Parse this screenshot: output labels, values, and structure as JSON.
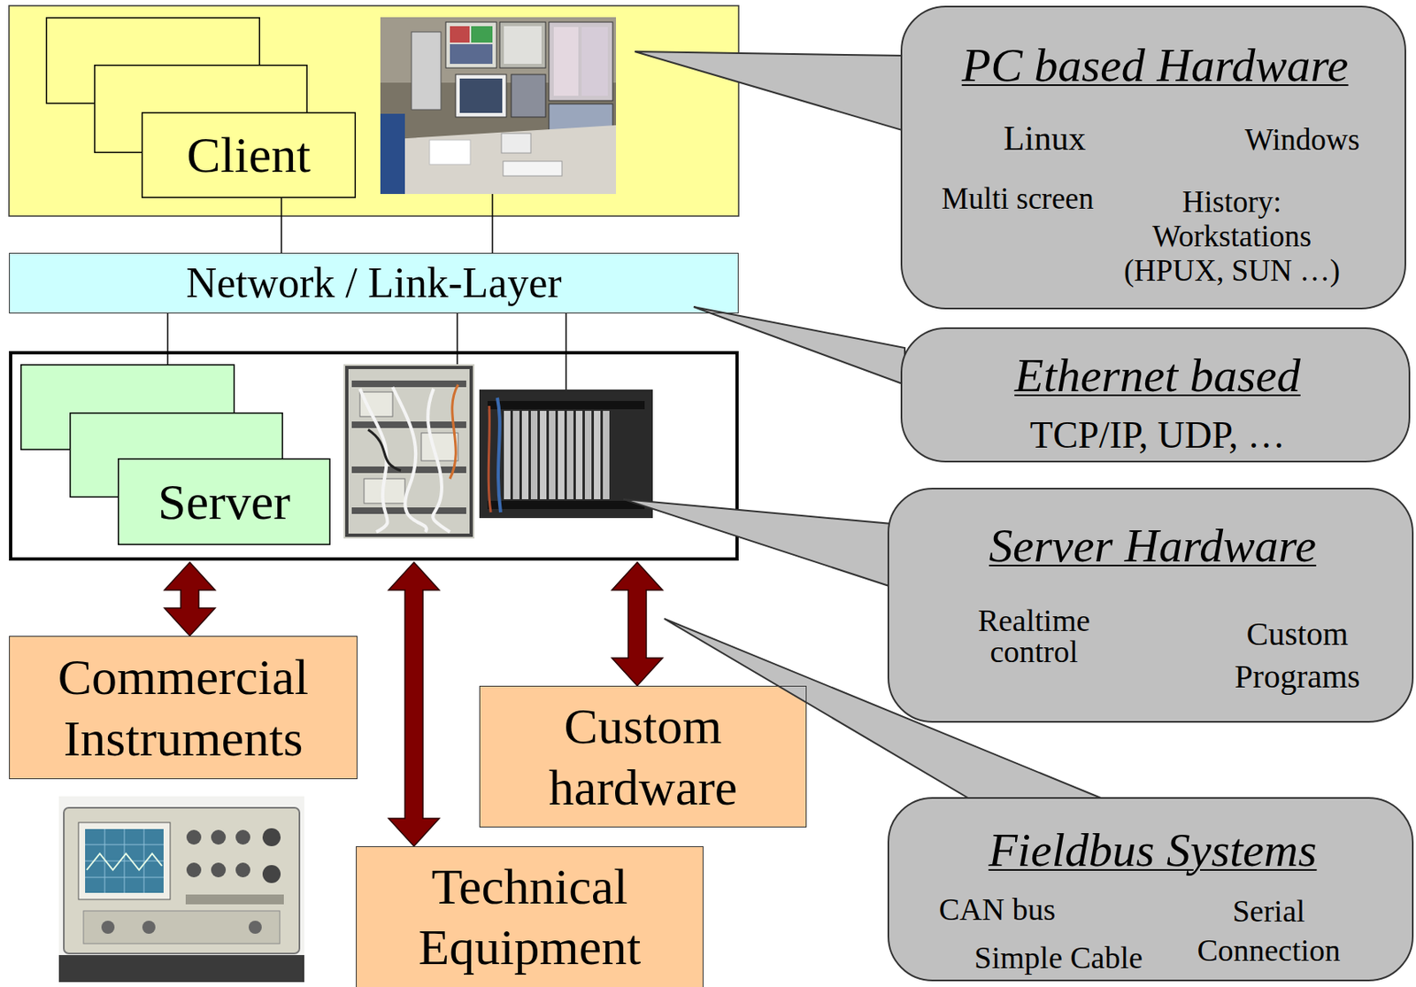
{
  "diagram": {
    "nodes": [
      {
        "text": [
          "Client"
        ]
      },
      {
        "text": [
          "Network / Link-Layer"
        ]
      },
      {
        "text": [
          "Server"
        ]
      },
      {
        "text": [
          "Commercial Instruments"
        ]
      },
      {
        "text": [
          "Technical Equipment"
        ]
      },
      {
        "text": [
          "Custom hardware"
        ]
      },
      {
        "text": [
          "PC based Hardware",
          "Linux",
          "Windows",
          "Multi screen",
          "History: Workstations (HPUX, SUN …)"
        ]
      },
      {
        "text": [
          "Ethernet based",
          "TCP/IP, UDP, …"
        ]
      },
      {
        "text": [
          "Server Hardware",
          "Realtime control",
          "Custom Programs"
        ]
      },
      {
        "text": [
          "Fieldbus Systems",
          "CAN bus",
          "Serial Connection",
          "Simple Cable"
        ]
      }
    ],
    "edges": [
      {
        "from": 0,
        "to": 1,
        "arrow": "none"
      },
      {
        "from": 1,
        "to": 2,
        "arrow": "none"
      },
      {
        "from": 2,
        "to": 3,
        "arrow": "both"
      },
      {
        "from": 2,
        "to": 4,
        "arrow": "both"
      },
      {
        "from": 2,
        "to": 5,
        "arrow": "both"
      }
    ]
  }
}
